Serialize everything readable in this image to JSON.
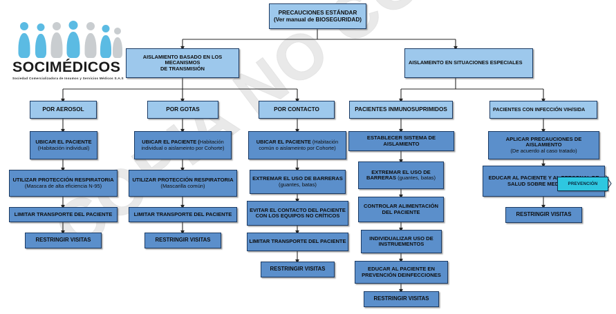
{
  "document": {
    "watermark": "COPIA NO CONTROLADA",
    "logo": {
      "name": "SOCIMÉDICOS",
      "tagline": "Sociedad Comercializadora de Insumos y Servicios Médicos S.A.S"
    }
  },
  "chart_data": {
    "type": "diagram",
    "title": "PRECAUCIONES ESTÁNDAR",
    "colors": {
      "light_blue": "#9dc8ec",
      "mid_blue": "#5b8fcb",
      "border": "#1b3a63",
      "callout": "#2ec7e0"
    }
  },
  "nodes": {
    "root": {
      "line1": "PRECAUCIONES ESTÁNDAR",
      "line2": "(Ver manual de BIOSEGURIDAD)"
    },
    "branch_left": {
      "line1": "AISLAMIENTO BASADO EN LOS MECANISMOS",
      "line2": "DE TRANSMISIÓN"
    },
    "branch_right": {
      "line1": "AISLAMEINTO EN SITUACIONES ESPECIALES"
    },
    "col1_head": {
      "line1": "POR AEROSOL"
    },
    "col2_head": {
      "line1": "POR GOTAS"
    },
    "col3_head": {
      "line1": "POR CONTACTO"
    },
    "col4_head": {
      "line1": "PACIENTES INMUNOSUPRIMIDOS"
    },
    "col5_head": {
      "line1": "PACIENTES CON INFECCIÓN VIH/SIDA"
    },
    "c1s1": {
      "line1": "UBICAR EL PACIENTE",
      "line2": "(Habitación individual)"
    },
    "c1s2": {
      "line1": "UTILIZAR PROTECCIÓN RESPIRATORIA",
      "line2": "(Mascara de alta eficiencia N-95)"
    },
    "c1s3": {
      "line1": "LIMITAR TRANSPORTE DEL PACIENTE"
    },
    "c1s4": {
      "line1": "RESTRINGIR VISITAS"
    },
    "c2s1": {
      "line1": "UBICAR EL PACIENTE (",
      "line1b": "Habitación",
      "line2": "individual o aislameinto por Cohorte)"
    },
    "c2s2": {
      "line1": "UTILIZAR PROTECCIÓN RESPIRATORIA",
      "line2": "(Mascarilla común)"
    },
    "c2s3": {
      "line1": "LIMITAR TRANSPORTE DEL PACIENTE"
    },
    "c2s4": {
      "line1": "RESTRINGIR VISITAS"
    },
    "c3s1": {
      "line1": "UBICAR EL PACIENTE ",
      "line1b": "(Habitación",
      "line2": "común o aislameinto por Cohorte)"
    },
    "c3s2": {
      "line1": "EXTREMAR EL USO DE BARRERAS",
      "line2": "(guantes, batas)"
    },
    "c3s3": {
      "line1": "EVITAR EL CONTACTO DEL PACIENTE",
      "line2": "CON LOS EQUIPOS NO CRÍTICOS"
    },
    "c3s4": {
      "line1": "LIMITAR TRANSPORTE DEL PACIENTE"
    },
    "c3s5": {
      "line1": "RESTRINGIR VISITAS"
    },
    "c4s1": {
      "line1": "ESTABLECER SISTEMA DE AISLAMIENTO"
    },
    "c4s2": {
      "line1": "EXTREMAR EL USO DE",
      "line2": "BARRERAS ",
      "line2b": "(guantes, batas)"
    },
    "c4s3": {
      "line1": "CONTROLAR ALIMENTACIÓN",
      "line2": "DEL PACIENTE"
    },
    "c4s4": {
      "line1": "INDIVIDUALIZAR USO DE",
      "line2": "INSTRUEMENTOS"
    },
    "c4s5": {
      "line1": "EDUCAR AL PACIENTE EN",
      "line2": "PREVENCIÓN DEINFECCIONES"
    },
    "c4s6": {
      "line1": "RESTRINGIR VISITAS"
    },
    "c5s1": {
      "line1": "APLICAR PRECAUCIONES DE AISLAMIENTO",
      "line2": "(De acuerdo al caso tratado)"
    },
    "c5s2": {
      "line1": "EDUCAR AL PACIENTE Y AL PERSONAL DE",
      "line2": "SALUD SOBRE MEDIDAS DE"
    },
    "c5s3": {
      "line1": "RESTRINGIR VISITAS"
    },
    "callout": {
      "label": "PREVENCIÓN"
    }
  }
}
